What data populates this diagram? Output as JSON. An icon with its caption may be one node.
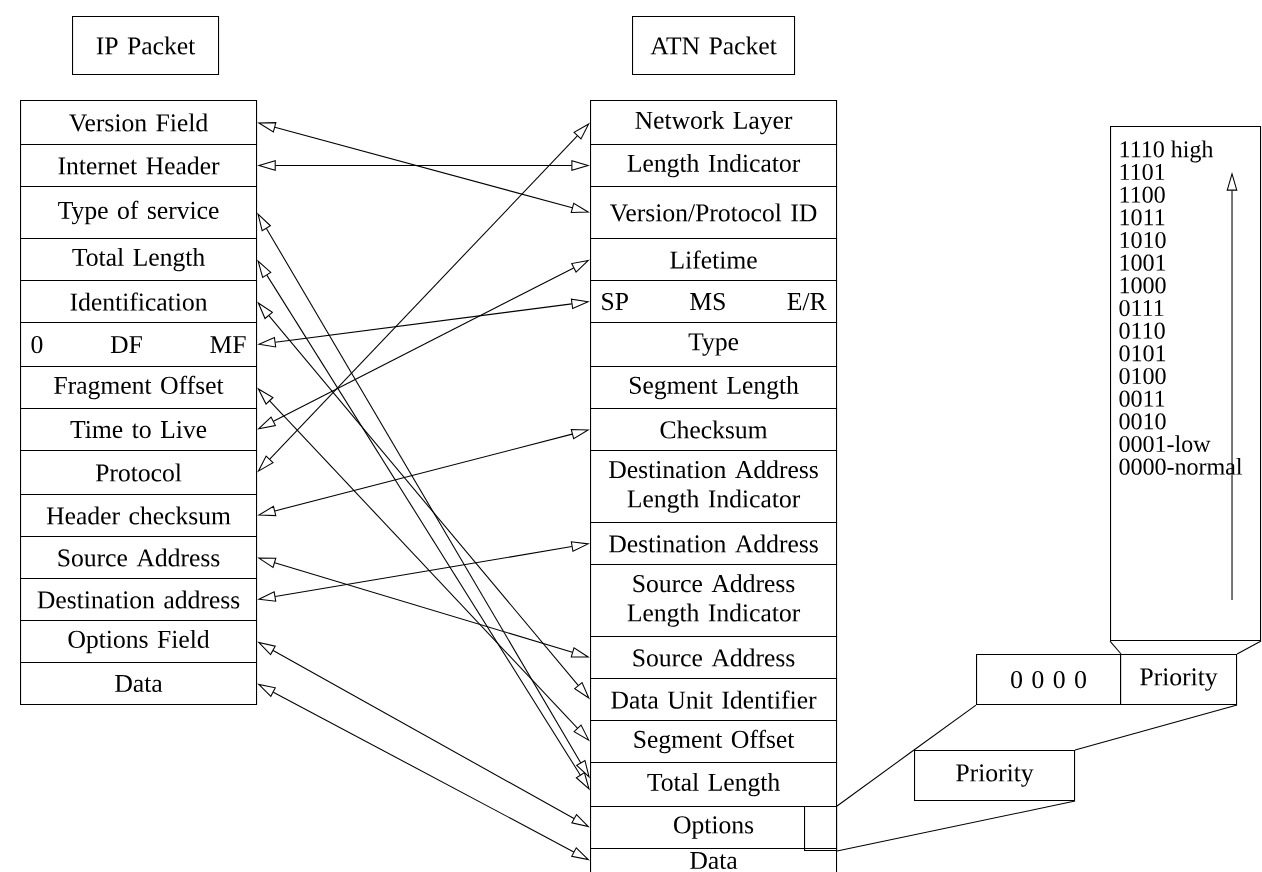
{
  "diagram": {
    "nodes": [
      {
        "text": [
          "IP Packet"
        ]
      },
      {
        "text": [
          "ATN Packet"
        ]
      },
      {
        "text": [
          "Version Field"
        ]
      },
      {
        "text": [
          "Internet Header"
        ]
      },
      {
        "text": [
          "Type of service"
        ]
      },
      {
        "text": [
          "Total Length"
        ]
      },
      {
        "text": [
          "Identification"
        ]
      },
      {
        "text": [
          "0",
          "DF",
          "MF"
        ]
      },
      {
        "text": [
          "Fragment Offset"
        ]
      },
      {
        "text": [
          "Time to Live"
        ]
      },
      {
        "text": [
          "Protocol"
        ]
      },
      {
        "text": [
          "Header checksum"
        ]
      },
      {
        "text": [
          "Source Address"
        ]
      },
      {
        "text": [
          "Destination address"
        ]
      },
      {
        "text": [
          "Options Field"
        ]
      },
      {
        "text": [
          "Data"
        ]
      },
      {
        "text": [
          "Network Layer"
        ]
      },
      {
        "text": [
          "Length Indicator"
        ]
      },
      {
        "text": [
          "Version/Protocol ID"
        ]
      },
      {
        "text": [
          "Lifetime"
        ]
      },
      {
        "text": [
          "SP",
          "MS",
          "E/R"
        ]
      },
      {
        "text": [
          "Type"
        ]
      },
      {
        "text": [
          "Segment Length"
        ]
      },
      {
        "text": [
          "Checksum"
        ]
      },
      {
        "text": [
          "Destination Address Length Indicator"
        ]
      },
      {
        "text": [
          "Destination Address"
        ]
      },
      {
        "text": [
          "Source Address Length Indicator"
        ]
      },
      {
        "text": [
          "Source Address"
        ]
      },
      {
        "text": [
          "Data Unit Identifier"
        ]
      },
      {
        "text": [
          "Segment Offset"
        ]
      },
      {
        "text": [
          "Total Length"
        ]
      },
      {
        "text": [
          "Options"
        ]
      },
      {
        "text": [
          "Data"
        ]
      },
      {
        "text": [
          "Priority"
        ]
      },
      {
        "text": [
          "0 0 0 0"
        ]
      },
      {
        "text": [
          "Priority"
        ]
      },
      {
        "text": [
          "1110 high",
          "1101",
          "1100",
          "1011",
          "1010",
          "1001",
          "1000",
          "0111",
          "0110",
          "0101",
          "0100",
          "0011",
          "0010",
          "0001-low",
          "0000-normal"
        ]
      },
      {
        "text": [],
        "shape": "box",
        "in": 31
      }
    ],
    "edges": [
      {
        "from": 2,
        "to": 18,
        "arrow": "both"
      },
      {
        "from": 3,
        "to": 17,
        "arrow": "both"
      },
      {
        "from": 4,
        "to": 30,
        "arrow": "both"
      },
      {
        "from": 5,
        "to": 30,
        "arrow": "both"
      },
      {
        "from": 6,
        "to": 28,
        "arrow": "both"
      },
      {
        "from": 7,
        "to": 20,
        "arrow": "both"
      },
      {
        "from": 8,
        "to": 29,
        "arrow": "both"
      },
      {
        "from": 9,
        "to": 19,
        "arrow": "both"
      },
      {
        "from": 10,
        "to": 16,
        "arrow": "both"
      },
      {
        "from": 11,
        "to": 23,
        "arrow": "both"
      },
      {
        "from": 12,
        "to": 27,
        "arrow": "both"
      },
      {
        "from": 13,
        "to": 25,
        "arrow": "both"
      },
      {
        "from": 14,
        "to": 31,
        "arrow": "both"
      },
      {
        "from": 15,
        "to": 32,
        "arrow": "both"
      },
      {
        "from": 37,
        "to": 33,
        "arrow": "none"
      },
      {
        "from": 37,
        "to": 33,
        "arrow": "none"
      },
      {
        "from": 33,
        "to": 34,
        "arrow": "none"
      },
      {
        "from": 33,
        "to": 35,
        "arrow": "none"
      },
      {
        "from": 34,
        "to": 36,
        "arrow": "none"
      },
      {
        "from": 35,
        "to": 36,
        "arrow": "none"
      }
    ]
  }
}
